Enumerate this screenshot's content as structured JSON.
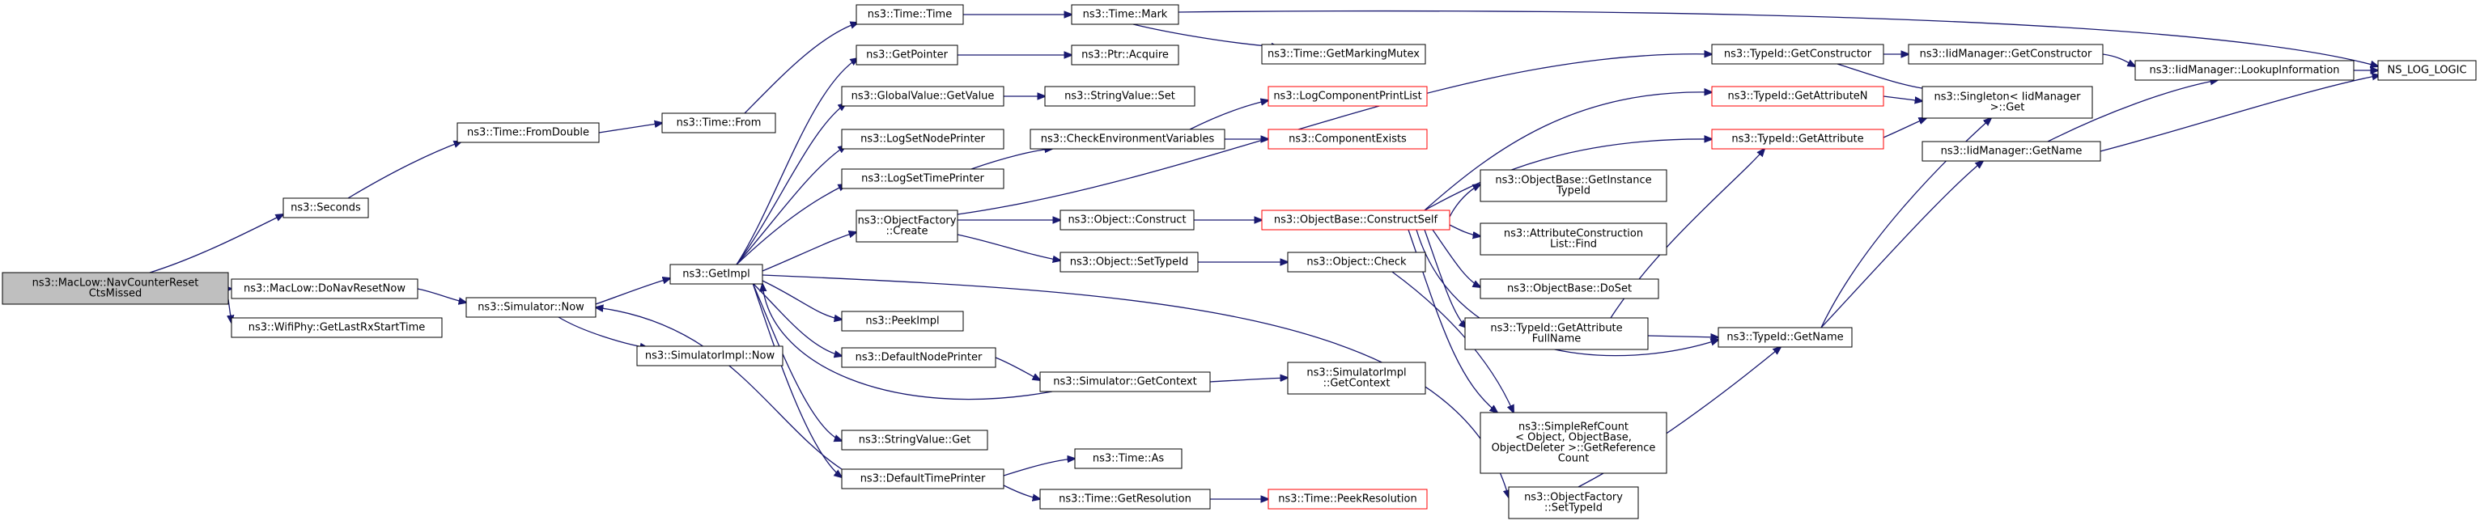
{
  "graph": {
    "kind": "call graph",
    "colors": {
      "edge": "#191970",
      "root_fill": "#bfbfbf",
      "node_border": "#000000",
      "unresolved_border": "#ff0000",
      "background": "#ffffff"
    },
    "nodes": [
      {
        "id": "n_root",
        "lines": [
          "ns3::MacLow::NavCounterReset",
          "CtsMissed"
        ],
        "style": "root"
      },
      {
        "id": "n_seconds",
        "lines": [
          "ns3::Seconds"
        ]
      },
      {
        "id": "n_fromdouble",
        "lines": [
          "ns3::Time::FromDouble"
        ]
      },
      {
        "id": "n_from",
        "lines": [
          "ns3::Time::From"
        ]
      },
      {
        "id": "n_timetime",
        "lines": [
          "ns3::Time::Time"
        ]
      },
      {
        "id": "n_mark",
        "lines": [
          "ns3::Time::Mark"
        ]
      },
      {
        "id": "n_getmarkingmutex",
        "lines": [
          "ns3::Time::GetMarkingMutex"
        ]
      },
      {
        "id": "n_nslog",
        "lines": [
          "NS_LOG_LOGIC"
        ]
      },
      {
        "id": "n_donav",
        "lines": [
          "ns3::MacLow::DoNavResetNow"
        ]
      },
      {
        "id": "n_getlastrx",
        "lines": [
          "ns3::WifiPhy::GetLastRxStartTime"
        ]
      },
      {
        "id": "n_simnow",
        "lines": [
          "ns3::Simulator::Now"
        ]
      },
      {
        "id": "n_simimplnow",
        "lines": [
          "ns3::SimulatorImpl::Now"
        ]
      },
      {
        "id": "n_getimpl",
        "lines": [
          "ns3::GetImpl"
        ]
      },
      {
        "id": "n_getpointer",
        "lines": [
          "ns3::GetPointer"
        ]
      },
      {
        "id": "n_ptracquire",
        "lines": [
          "ns3::Ptr::Acquire"
        ]
      },
      {
        "id": "n_globalvalue",
        "lines": [
          "ns3::GlobalValue::GetValue"
        ]
      },
      {
        "id": "n_stringvalueset",
        "lines": [
          "ns3::StringValue::Set"
        ]
      },
      {
        "id": "n_logsetnode",
        "lines": [
          "ns3::LogSetNodePrinter"
        ]
      },
      {
        "id": "n_logsettime",
        "lines": [
          "ns3::LogSetTimePrinter"
        ]
      },
      {
        "id": "n_checkenv",
        "lines": [
          "ns3::CheckEnvironmentVariables"
        ]
      },
      {
        "id": "n_logcomponentprint",
        "lines": [
          "ns3::LogComponentPrintList"
        ],
        "style": "red"
      },
      {
        "id": "n_componentexists",
        "lines": [
          "ns3::ComponentExists"
        ],
        "style": "red"
      },
      {
        "id": "n_objfactorycreate",
        "lines": [
          "ns3::ObjectFactory",
          "::Create"
        ]
      },
      {
        "id": "n_objconstruct",
        "lines": [
          "ns3::Object::Construct"
        ]
      },
      {
        "id": "n_objsettypeid",
        "lines": [
          "ns3::Object::SetTypeId"
        ]
      },
      {
        "id": "n_objcheck",
        "lines": [
          "ns3::Object::Check"
        ]
      },
      {
        "id": "n_constructself",
        "lines": [
          "ns3::ObjectBase::ConstructSelf"
        ],
        "style": "red"
      },
      {
        "id": "n_getconstructor",
        "lines": [
          "ns3::TypeId::GetConstructor"
        ]
      },
      {
        "id": "n_iidgetconstructor",
        "lines": [
          "ns3::IidManager::GetConstructor"
        ]
      },
      {
        "id": "n_lookupinfo",
        "lines": [
          "ns3::IidManager::LookupInformation"
        ]
      },
      {
        "id": "n_getattributen",
        "lines": [
          "ns3::TypeId::GetAttributeN"
        ],
        "style": "red"
      },
      {
        "id": "n_singleton",
        "lines": [
          "ns3::Singleton< IidManager",
          " >::Get"
        ]
      },
      {
        "id": "n_getattribute",
        "lines": [
          "ns3::TypeId::GetAttribute"
        ],
        "style": "red"
      },
      {
        "id": "n_iidgetname",
        "lines": [
          "ns3::IidManager::GetName"
        ]
      },
      {
        "id": "n_getinstancetypeid",
        "lines": [
          "ns3::ObjectBase::GetInstance",
          "TypeId"
        ]
      },
      {
        "id": "n_attrconstruct",
        "lines": [
          "ns3::AttributeConstruction",
          "List::Find"
        ]
      },
      {
        "id": "n_doset",
        "lines": [
          "ns3::ObjectBase::DoSet"
        ]
      },
      {
        "id": "n_getattrfullname",
        "lines": [
          "ns3::TypeId::GetAttribute",
          "FullName"
        ]
      },
      {
        "id": "n_typeidgetname",
        "lines": [
          "ns3::TypeId::GetName"
        ]
      },
      {
        "id": "n_peekimpl",
        "lines": [
          "ns3::PeekImpl"
        ]
      },
      {
        "id": "n_defaultnodeprinter",
        "lines": [
          "ns3::DefaultNodePrinter"
        ]
      },
      {
        "id": "n_simgetcontext",
        "lines": [
          "ns3::Simulator::GetContext"
        ]
      },
      {
        "id": "n_simimplgetcontext",
        "lines": [
          "ns3::SimulatorImpl",
          "::GetContext"
        ]
      },
      {
        "id": "n_stringvalueget",
        "lines": [
          "ns3::StringValue::Get"
        ]
      },
      {
        "id": "n_defaulttimeprinter",
        "lines": [
          "ns3::DefaultTimePrinter"
        ]
      },
      {
        "id": "n_timeas",
        "lines": [
          "ns3::Time::As"
        ]
      },
      {
        "id": "n_timegetres",
        "lines": [
          "ns3::Time::GetResolution"
        ]
      },
      {
        "id": "n_timepeekres",
        "lines": [
          "ns3::Time::PeekResolution"
        ],
        "style": "red"
      },
      {
        "id": "n_simplerefcount",
        "lines": [
          "ns3::SimpleRefCount",
          "< Object, ObjectBase,",
          " ObjectDeleter >::GetReference",
          "Count"
        ]
      },
      {
        "id": "n_objfactorysettypeid",
        "lines": [
          "ns3::ObjectFactory",
          "::SetTypeId"
        ]
      }
    ]
  }
}
